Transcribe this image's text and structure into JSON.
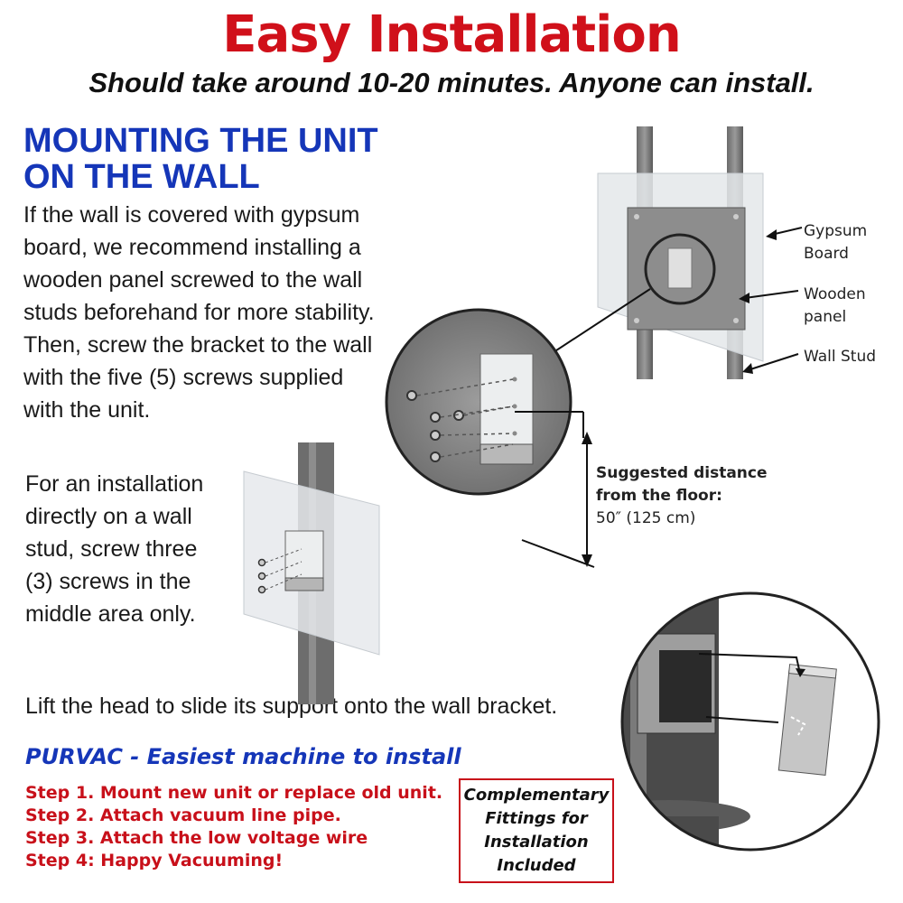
{
  "header": {
    "title": "Easy Installation",
    "subtitle": "Should take around 10-20 minutes. Anyone can install."
  },
  "mounting": {
    "heading_line1": "MOUNTING THE UNIT",
    "heading_line2": "ON THE WALL",
    "gypsum_paragraph": "If the wall is covered with gypsum board, we recommend installing a wooden panel screwed to the wall studs beforehand for more stability. Then, screw the bracket to the wall with the five (5) screws supplied with the unit.",
    "stud_paragraph": "For an installation directly on a wall stud, screw three (3) screws in the middle area only.",
    "lift_paragraph": "Lift the head to slide its support onto the wall bracket."
  },
  "diagram_labels": {
    "gypsum_line1": "Gypsum",
    "gypsum_line2": "Board",
    "wooden_line1": "Wooden",
    "wooden_line2": "panel",
    "wall_stud": "Wall Stud",
    "distance_line1": "Suggested distance",
    "distance_line2": "from the floor:",
    "distance_value": "50″ (125 cm)"
  },
  "purvac": {
    "tagline": "PURVAC - Easiest machine to install",
    "steps": [
      "Step 1. Mount new unit or replace old unit.",
      "Step 2. Attach vacuum line pipe.",
      "Step 3. Attach the low voltage wire",
      "Step 4: Happy Vacuuming!"
    ]
  },
  "fittings_box": {
    "line1": "Complementary",
    "line2": "Fittings for",
    "line3": "Installation",
    "line4": "Included"
  },
  "colors": {
    "title_red": "#d0101a",
    "heading_blue": "#1536b8",
    "step_red": "#c8101a"
  }
}
